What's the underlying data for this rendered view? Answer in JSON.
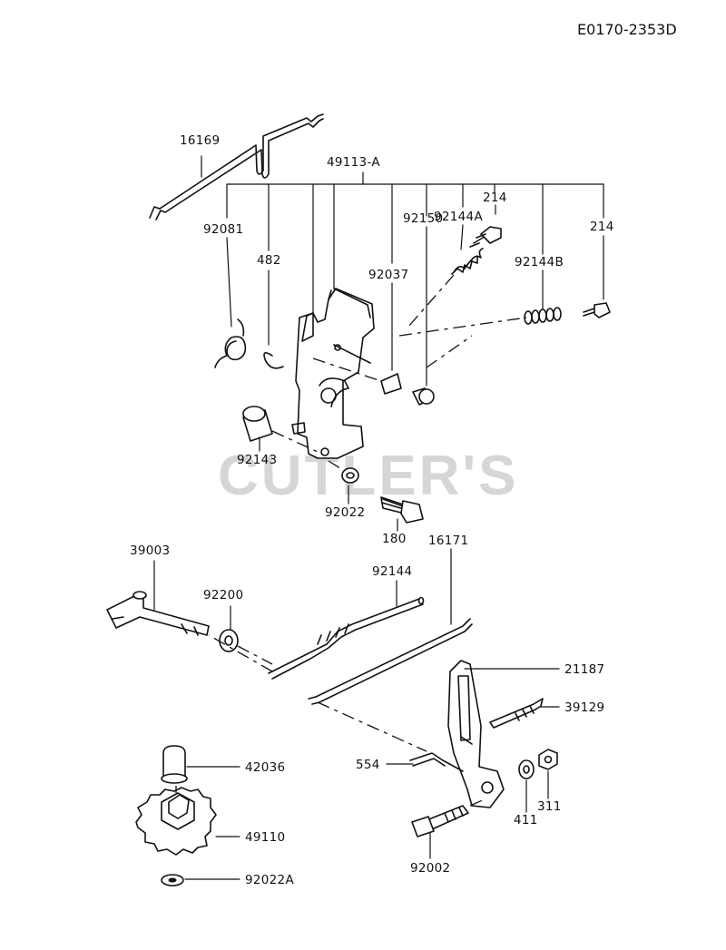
{
  "diagram_code": "E0170-2353D",
  "watermark": "CUTLER'S",
  "parts": {
    "p16169": "16169",
    "p49113a": "49113-A",
    "p92081": "92081",
    "p482": "482",
    "p92037": "92037",
    "p92150": "92150",
    "p92144a": "92144A",
    "p214a": "214",
    "p92144b": "92144B",
    "p214b": "214",
    "p92143": "92143",
    "p92022": "92022",
    "p180": "180",
    "p39003": "39003",
    "p92200": "92200",
    "p92144": "92144",
    "p16171": "16171",
    "p21187": "21187",
    "p39129": "39129",
    "p554": "554",
    "p42036": "42036",
    "p49110": "49110",
    "p411": "411",
    "p311": "311",
    "p92002": "92002",
    "p92022a": "92022A"
  }
}
